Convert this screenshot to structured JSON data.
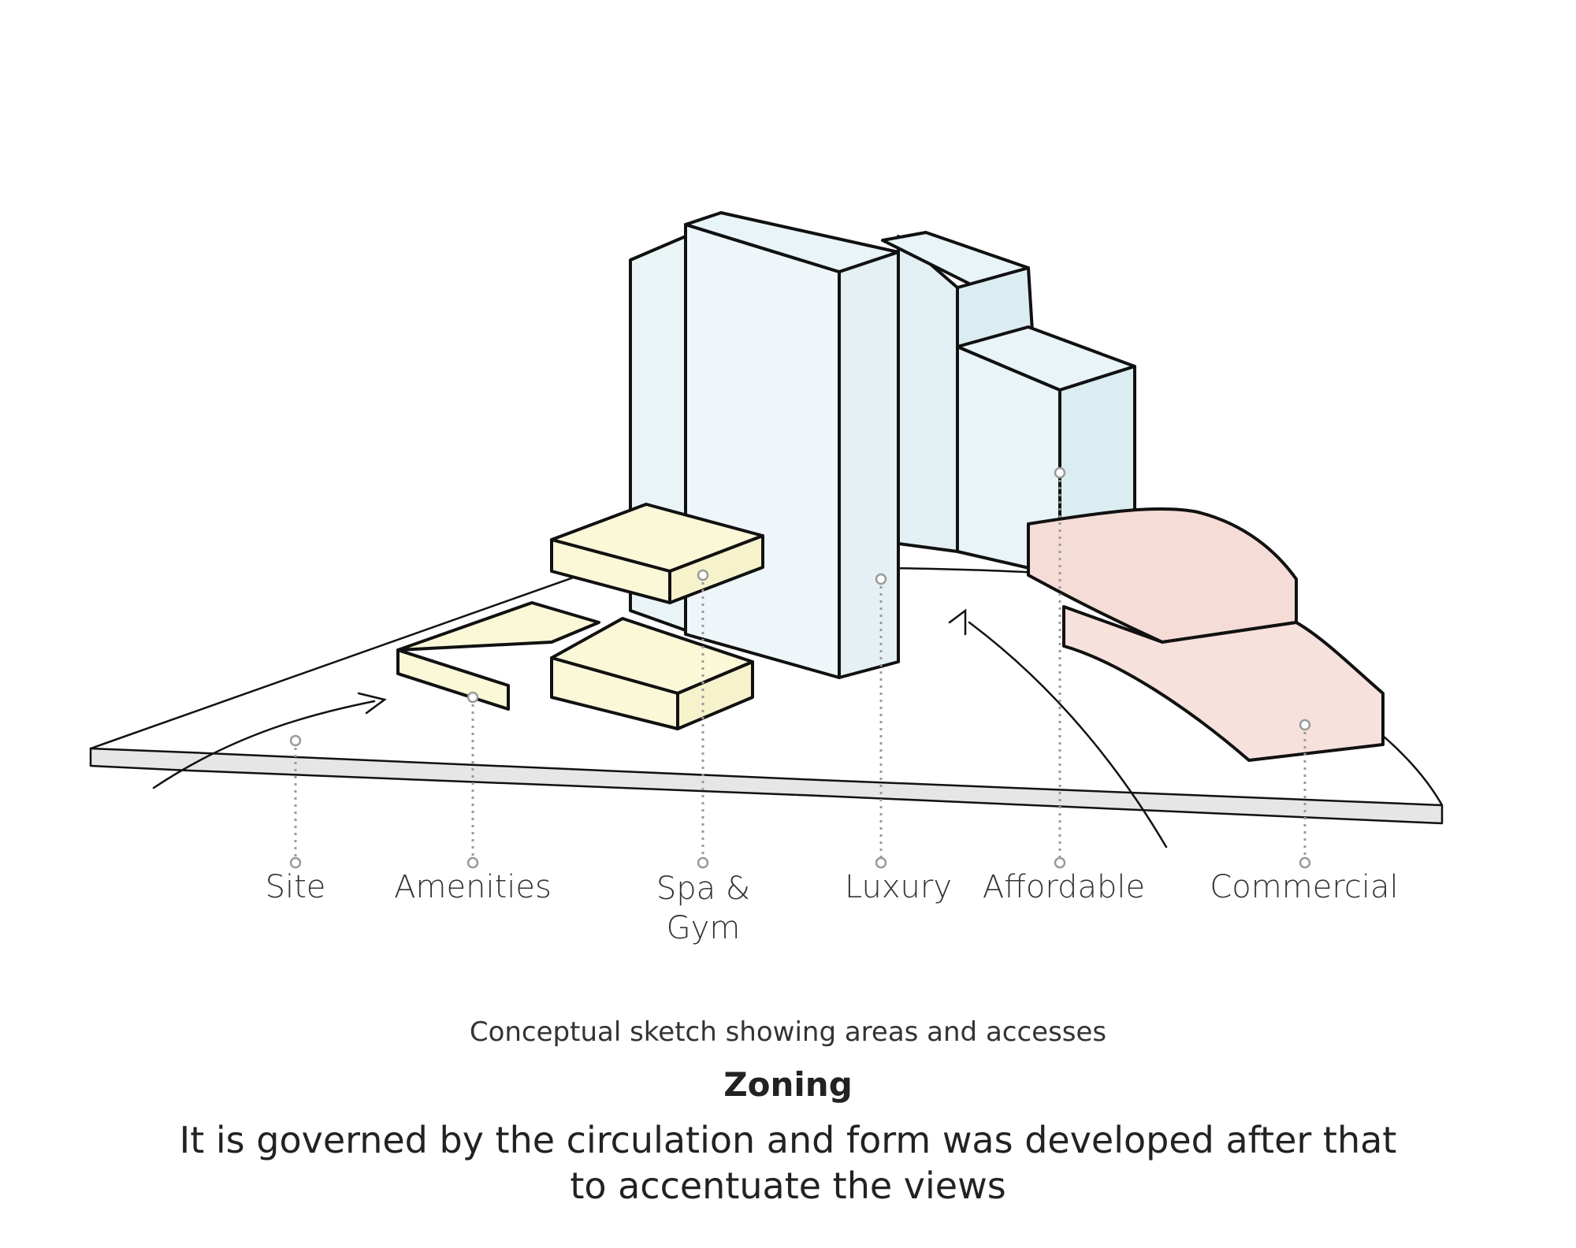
{
  "labels": {
    "site": "Site",
    "amenities": "Amenities",
    "spa_gym": "Spa & Gym",
    "luxury": "Luxury",
    "affordable": "Affordable",
    "commercial": "Commercial"
  },
  "caption": {
    "subtitle": "Conceptual sketch showing areas and accesses",
    "title": "Zoning",
    "body": "It is governed by the circulation and form was developed after that to accentuate the views"
  },
  "colors": {
    "tower_blue": "#e8f4f8",
    "tower_blue_side": "#dcedf2",
    "amenity_yellow": "#fbf8d8",
    "commercial_pink": "#f5dcd6",
    "ground_gray": "#e6e6e6",
    "outline": "#111111",
    "leader": "#9a9a9a"
  }
}
